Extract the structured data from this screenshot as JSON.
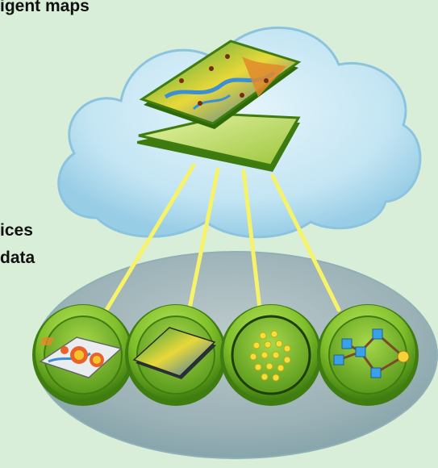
{
  "labels": {
    "title": "igent maps",
    "services": "ices",
    "data": "data"
  },
  "icons": [
    "map-layers-icon",
    "hotspot-map-icon",
    "raster-surface-icon",
    "point-cluster-icon",
    "network-graph-icon"
  ],
  "colors": {
    "background": "#d9eed9",
    "cloud": "#bfe3f3",
    "ellipse": "#9fb3b8",
    "connector": "#f6f36a",
    "badge_green": "#7fbf2a"
  }
}
